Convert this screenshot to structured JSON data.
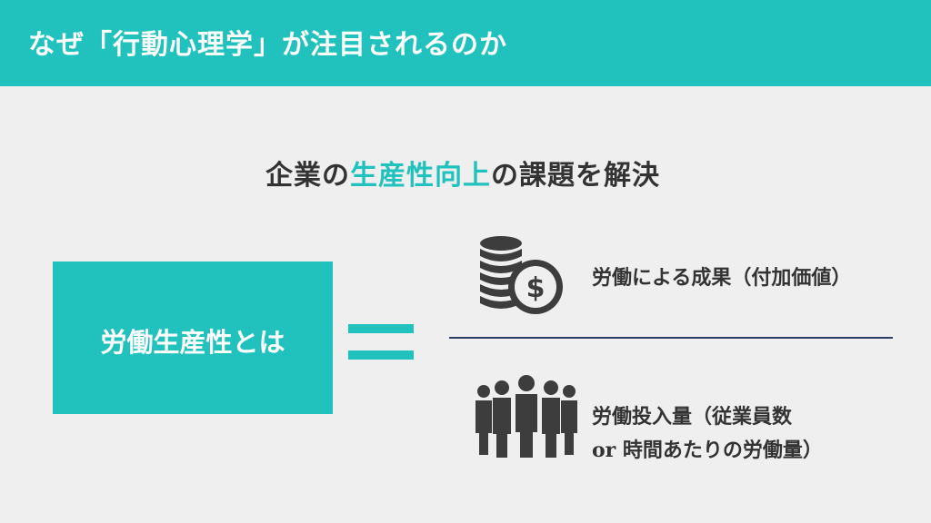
{
  "header": {
    "title": "なぜ「行動心理学」が注目されるのか"
  },
  "subheading": {
    "prefix": "企業の",
    "highlight": "生産性向上",
    "suffix": "の課題を解決"
  },
  "definition_box": {
    "label": "労働生産性とは"
  },
  "numerator": {
    "icon": "coins-dollar-icon",
    "text": "労働による成果（付加価値）"
  },
  "denominator": {
    "icon": "people-group-icon",
    "line1": "労働投入量（従業員数",
    "line2": "or 時間あたりの労働量）"
  },
  "colors": {
    "accent": "#21c2be",
    "background": "#efefef",
    "divider": "#2b3f66",
    "icon": "#3d3d3d",
    "text": "#333333"
  }
}
